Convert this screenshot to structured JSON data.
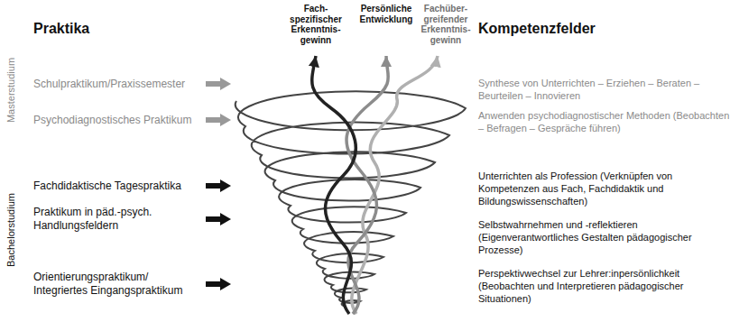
{
  "diagram": {
    "labels": [
      "Fach- spezifischer Erkenntnis- gewinn",
      "Persönliche Entwicklung",
      "Fachüber- greifender Erkenntnis- gewinn",
      "Praktika",
      "Kompetenzfelder",
      "Masterstudium",
      "Schulpraktikum/Praxissemester",
      "Synthese von Unterrichten – Erziehen – Beraten – Beurteilen – Innovieren",
      "Psychodiagnostisches Praktikum",
      "Anwenden psychodiagnostischer Methoden (Beobachten – Befragen – Gespräche führen)",
      "Bachelorstudium",
      "Fachdidaktische Tagespraktika",
      "Unterrichten als Profession (Verknüpfen von Kompetenzen aus Fach, Fachdidaktik und Bildungswissenschaften)",
      "Praktikum in päd.-psych. Handlungsfeldern",
      "Selbstwahrnehmen und -reflektieren (Eigenverantwortliches Gestalten pädagogischer Prozesse)",
      "Orientierungspraktikum/ Integriertes Eingangspraktikum",
      "Perspektivwechsel zur Lehrer:inpersönlichkeit (Beobachten und Interpretieren pädagogischer Situationen)"
    ]
  }
}
